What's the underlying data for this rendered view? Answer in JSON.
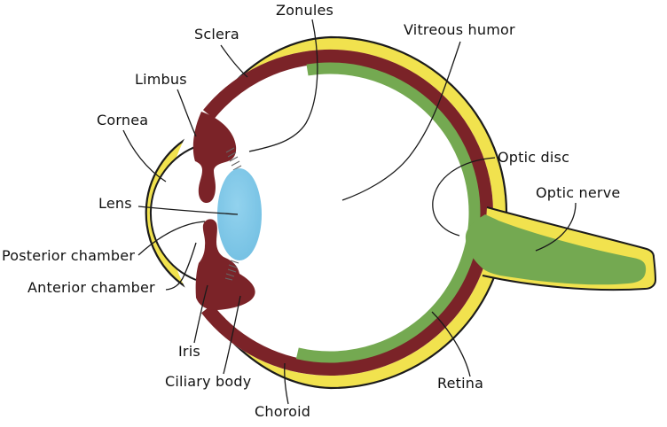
{
  "diagram": {
    "subject": "human-eye-cross-section"
  },
  "palette": {
    "background": "#ffffff",
    "sclera_yellow": "#f1e24e",
    "choroid_maroon": "#7b2328",
    "retina_green": "#74a951",
    "lens_blue_light": "#92d2ee",
    "lens_blue": "#72bfe2",
    "zonule_gray": "#666666",
    "outline_black": "#1b1b1b",
    "pointer_black": "#1a1a1a",
    "text_color": "#111111"
  },
  "labels": {
    "zonules": {
      "text": "Zonules"
    },
    "sclera": {
      "text": "Sclera"
    },
    "vitreous_humor": {
      "text": "Vitreous humor"
    },
    "limbus": {
      "text": "Limbus"
    },
    "cornea": {
      "text": "Cornea"
    },
    "lens": {
      "text": "Lens"
    },
    "optic_disc": {
      "text": "Optic disc"
    },
    "optic_nerve": {
      "text": "Optic nerve"
    },
    "posterior_chamber": {
      "text": "Posterior chamber"
    },
    "anterior_chamber": {
      "text": "Anterior chamber"
    },
    "iris": {
      "text": "Iris"
    },
    "ciliary_body": {
      "text": "Ciliary body"
    },
    "choroid": {
      "text": "Choroid"
    },
    "retina": {
      "text": "Retina"
    }
  }
}
